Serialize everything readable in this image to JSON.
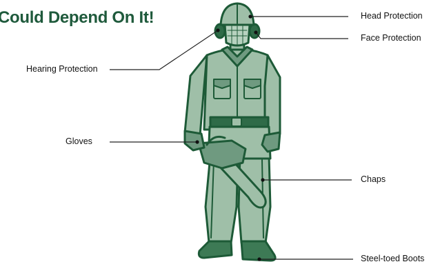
{
  "title": "Could Depend On It!",
  "labels": {
    "head": "Head Protection",
    "face": "Face Protection",
    "hearing": "Hearing Protection",
    "gloves": "Gloves",
    "chaps": "Chaps",
    "boots": "Steel-toed Boots"
  },
  "colors": {
    "title": "#1f5a3c",
    "suit_fill": "#9fbfa8",
    "suit_dark": "#6f9a80",
    "outline": "#1d5a37",
    "leader": "#222222"
  }
}
